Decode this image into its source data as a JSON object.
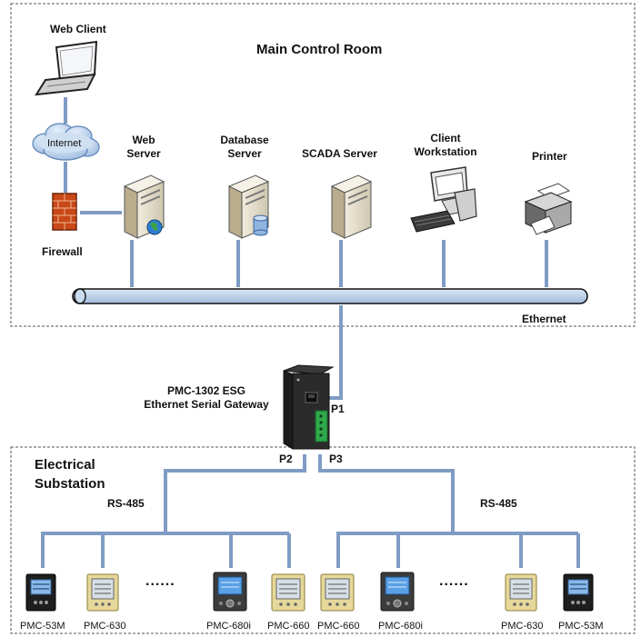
{
  "main_room": {
    "title": "Main Control Room"
  },
  "web_client": {
    "label": "Web Client"
  },
  "internet": {
    "label": "Internet"
  },
  "firewall": {
    "label": "Firewall"
  },
  "web_server": {
    "label_line1": "Web",
    "label_line2": "Server"
  },
  "database_server": {
    "label_line1": "Database",
    "label_line2": "Server"
  },
  "scada_server": {
    "label": "SCADA  Server"
  },
  "client_workstation": {
    "label_line1": "Client",
    "label_line2": "Workstation"
  },
  "printer": {
    "label": "Printer"
  },
  "ethernet": {
    "label": "Ethernet"
  },
  "gateway": {
    "label_line1": "PMC-1302 ESG",
    "label_line2": "Ethernet Serial Gateway"
  },
  "ports": {
    "p1": "P1",
    "p2": "P2",
    "p3": "P3"
  },
  "substation": {
    "title_line1": "Electrical",
    "title_line2": "Substation"
  },
  "rs485": {
    "left": "RS-485",
    "right": "RS-485"
  },
  "ellipsis": {
    "left": "......",
    "right": "......"
  },
  "meters": [
    {
      "label": "PMC-53M"
    },
    {
      "label": "PMC-630"
    },
    {
      "label": "PMC-680i"
    },
    {
      "label": "PMC-660"
    },
    {
      "label": "PMC-660"
    },
    {
      "label": "PMC-680i"
    },
    {
      "label": "PMC-630"
    },
    {
      "label": "PMC-53M"
    }
  ],
  "colors": {
    "line": "#7f9cc4",
    "bus": "#b9cfe6",
    "bus_edge": "#111111",
    "frame": "#555555"
  }
}
